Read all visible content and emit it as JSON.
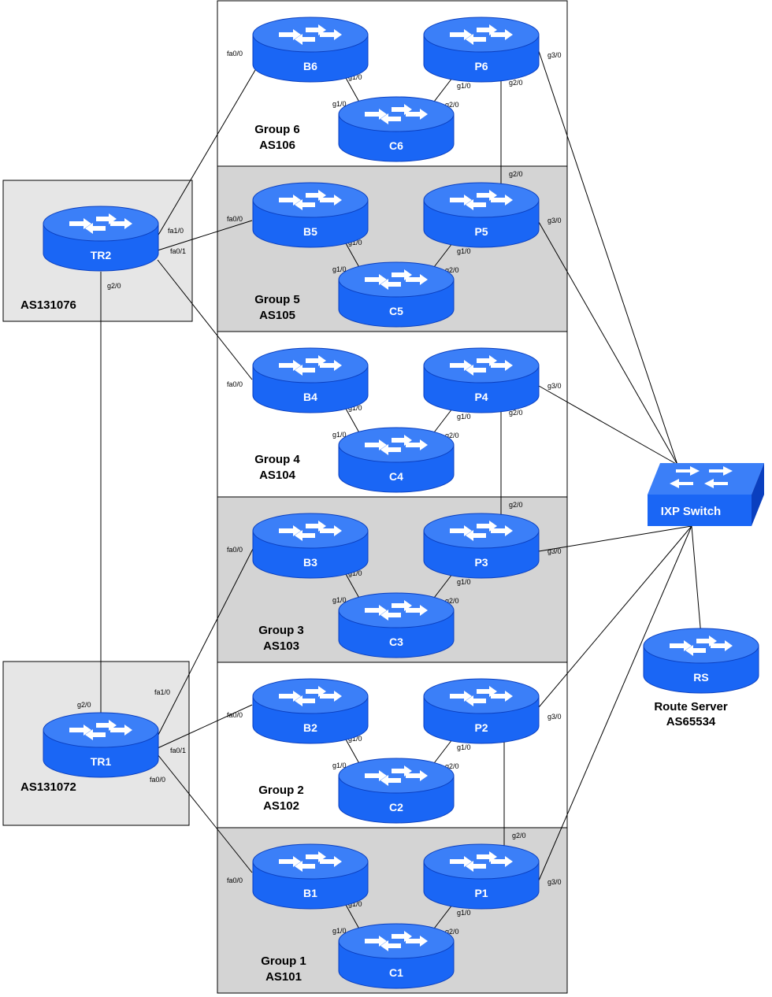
{
  "colors": {
    "router_body": "#1a66f5",
    "router_top": "#3b7ff8",
    "router_edge": "#0a3fbf",
    "white_box": "#ffffff",
    "grey_box": "#d4d4d4",
    "transit_box": "#e6e6e6",
    "link": "#000000"
  },
  "groups": [
    {
      "id": "g6",
      "title": "Group 6",
      "as": "AS106",
      "shade": "white"
    },
    {
      "id": "g5",
      "title": "Group 5",
      "as": "AS105",
      "shade": "grey"
    },
    {
      "id": "g4",
      "title": "Group 4",
      "as": "AS104",
      "shade": "white"
    },
    {
      "id": "g3",
      "title": "Group 3",
      "as": "AS103",
      "shade": "grey"
    },
    {
      "id": "g2",
      "title": "Group 2",
      "as": "AS102",
      "shade": "white"
    },
    {
      "id": "g1",
      "title": "Group 1",
      "as": "AS101",
      "shade": "grey"
    }
  ],
  "transit": [
    {
      "id": "tr2",
      "router": "TR2",
      "as": "AS131076"
    },
    {
      "id": "tr1",
      "router": "TR1",
      "as": "AS131072"
    }
  ],
  "routers": [
    {
      "id": "B6",
      "label": "B6"
    },
    {
      "id": "P6",
      "label": "P6"
    },
    {
      "id": "C6",
      "label": "C6"
    },
    {
      "id": "B5",
      "label": "B5"
    },
    {
      "id": "P5",
      "label": "P5"
    },
    {
      "id": "C5",
      "label": "C5"
    },
    {
      "id": "B4",
      "label": "B4"
    },
    {
      "id": "P4",
      "label": "P4"
    },
    {
      "id": "C4",
      "label": "C4"
    },
    {
      "id": "B3",
      "label": "B3"
    },
    {
      "id": "P3",
      "label": "P3"
    },
    {
      "id": "C3",
      "label": "C3"
    },
    {
      "id": "B2",
      "label": "B2"
    },
    {
      "id": "P2",
      "label": "P2"
    },
    {
      "id": "C2",
      "label": "C2"
    },
    {
      "id": "B1",
      "label": "B1"
    },
    {
      "id": "P1",
      "label": "P1"
    },
    {
      "id": "C1",
      "label": "C1"
    },
    {
      "id": "TR2",
      "label": "TR2"
    },
    {
      "id": "TR1",
      "label": "TR1"
    },
    {
      "id": "RS",
      "label": "RS"
    }
  ],
  "ixp_switch": {
    "label": "IXP Switch",
    "icon": "switch-icon"
  },
  "route_server": {
    "line1": "Route Server",
    "line2": "AS65534"
  },
  "interfaces": {
    "fa0_0": "fa0/0",
    "fa0_1": "fa0/1",
    "fa1_0": "fa1/0",
    "g1_0": "g1/0",
    "g2_0": "g2/0",
    "g3_0": "g3/0"
  }
}
